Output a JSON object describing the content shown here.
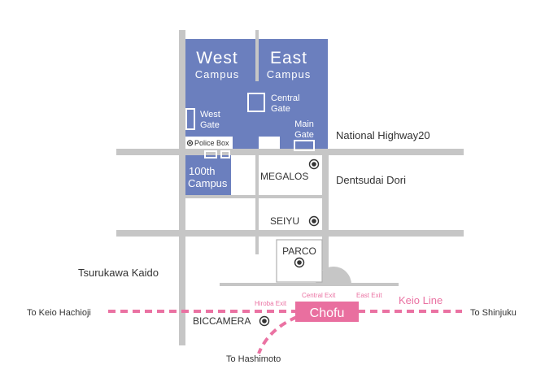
{
  "campus": {
    "west_title": "West",
    "west_subtitle": "Campus",
    "east_title": "East",
    "east_subtitle": "Campus",
    "central_gate_line1": "Central",
    "central_gate_line2": "Gate",
    "west_gate_line1": "West",
    "west_gate_line2": "Gate",
    "main_gate_line1": "Main",
    "main_gate_line2": "Gate",
    "police_box": "Police Box",
    "hundredth_line1": "100th",
    "hundredth_line2": "Campus"
  },
  "roads": {
    "highway": "National Highway20",
    "dentsudai": "Dentsudai Dori",
    "tsurukawa": "Tsurukawa Kaido"
  },
  "landmarks": {
    "megalos": "MEGALOS",
    "seiyu": "SEIYU",
    "parco": "PARCO",
    "biccamera": "BICCAMERA"
  },
  "station": {
    "name": "Chofu",
    "hiroba_exit": "Hiroba Exit",
    "central_exit": "Central Exit",
    "east_exit": "East Exit"
  },
  "rail": {
    "line_name": "Keio Line",
    "to_west": "To Keio Hachioji",
    "to_east": "To Shinjuku",
    "to_south": "To Hashimoto"
  },
  "colors": {
    "campus": "#6b7fbe",
    "road": "#c6c6c6",
    "rail": "#ea72a2",
    "station": "#e96f9f",
    "text": "#333333"
  }
}
